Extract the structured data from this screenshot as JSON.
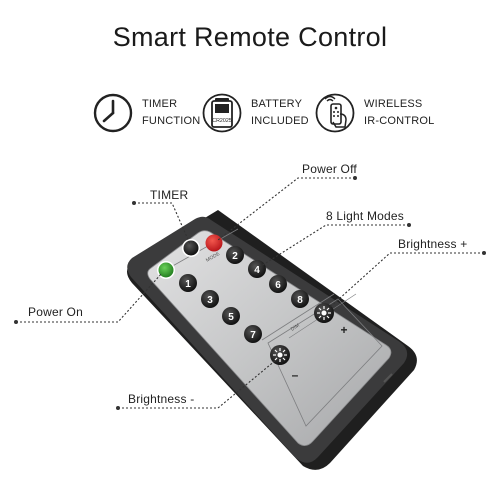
{
  "title": "Smart Remote Control",
  "features": [
    {
      "icon": "clock-icon",
      "line1": "TIMER",
      "line2": "FUNCTION"
    },
    {
      "icon": "battery-icon",
      "line1": "BATTERY",
      "line2": "INCLUDED",
      "battery_label": "CR2025"
    },
    {
      "icon": "remote-hand-icon",
      "line1": "WIRELESS",
      "line2": "IR-CONTROL"
    }
  ],
  "callouts": {
    "timer": "TIMER",
    "power_off": "Power  Off",
    "light_modes": "8 Light  Modes",
    "brightness_up": "Brightness +",
    "power_on": "Power  On",
    "brightness_down": "Brightness -"
  },
  "remote": {
    "mode_label": "MODE",
    "dim_label": "DIM",
    "number_keys": [
      "1",
      "2",
      "3",
      "4",
      "5",
      "6",
      "7",
      "8"
    ],
    "plus": "+",
    "minus": "–",
    "colors": {
      "power_off": "#d9262b",
      "power_on": "#3aa132",
      "body": "#3a3a3a",
      "panel": "#c4c5c6"
    }
  }
}
